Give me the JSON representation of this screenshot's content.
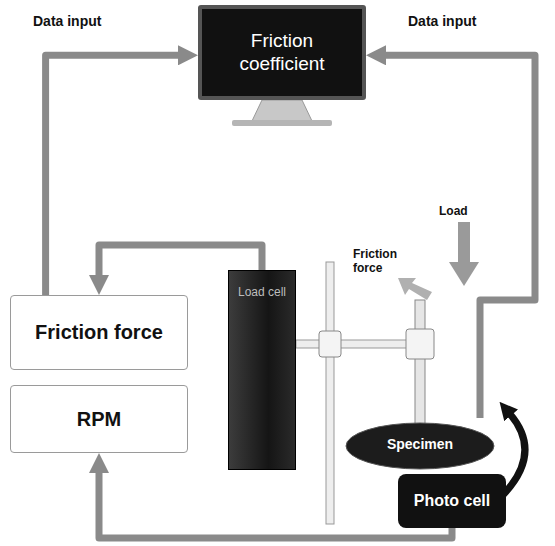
{
  "diagram": {
    "nodes": [
      {
        "text": [
          "Friction coefficient"
        ]
      },
      {
        "text": [
          "Friction force"
        ]
      },
      {
        "text": [
          "RPM"
        ]
      },
      {
        "text": [
          "Load cell"
        ]
      },
      {
        "text": [
          "Specimen"
        ]
      },
      {
        "text": [
          "Photo cell"
        ]
      }
    ],
    "edges": [
      {
        "from": 3,
        "to": 1,
        "arrow": "to"
      },
      {
        "from": 1,
        "to": 0,
        "arrow": "to",
        "label": "Data input"
      },
      {
        "from": 5,
        "to": 2,
        "arrow": "to"
      },
      {
        "from": 4,
        "to": 0,
        "arrow": "to",
        "label": "Data input"
      }
    ],
    "labels": [
      "Load",
      "Friction force"
    ]
  }
}
